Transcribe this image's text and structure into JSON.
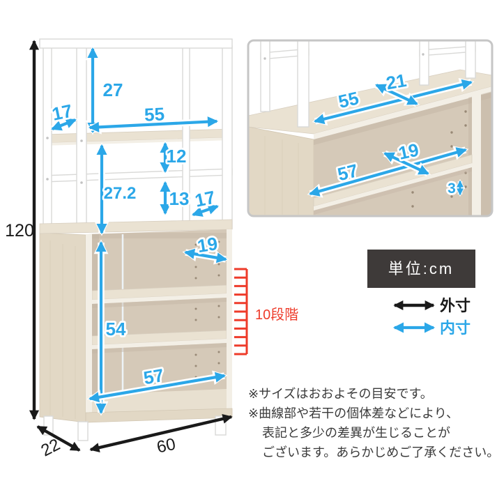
{
  "colors": {
    "blue": "#2BA7E8",
    "black": "#1A1A1A",
    "red": "#EE3B2A",
    "unit_box_bg": "#3E3A39"
  },
  "main_diagram": {
    "dims": {
      "top_gap": "27",
      "top_depth": "17",
      "top_width": "55",
      "upper_gap": "12",
      "mid_height": "27.2",
      "lower_gap": "13",
      "mid_depth": "17",
      "cab_depth": "19",
      "cab_height": "54",
      "cab_inner_width": "57",
      "total_height": "120",
      "outer_depth": "22",
      "outer_width": "60"
    },
    "steps_label": "10段階"
  },
  "inset": {
    "dims": {
      "top_depth": "21",
      "top_width": "55",
      "shelf_depth": "19",
      "shelf_width": "57",
      "pitch": "3"
    }
  },
  "unit_box": {
    "label": "単位:cm"
  },
  "legend": {
    "outer": "外寸",
    "inner": "内寸"
  },
  "notes": {
    "line1": "※サイズはおおよその目安です。",
    "line2": "※曲線部や若干の個体差などにより、",
    "line3": "表記と多少の差異が生じることが",
    "line4": "ございます。あらかじめご了承ください。"
  }
}
